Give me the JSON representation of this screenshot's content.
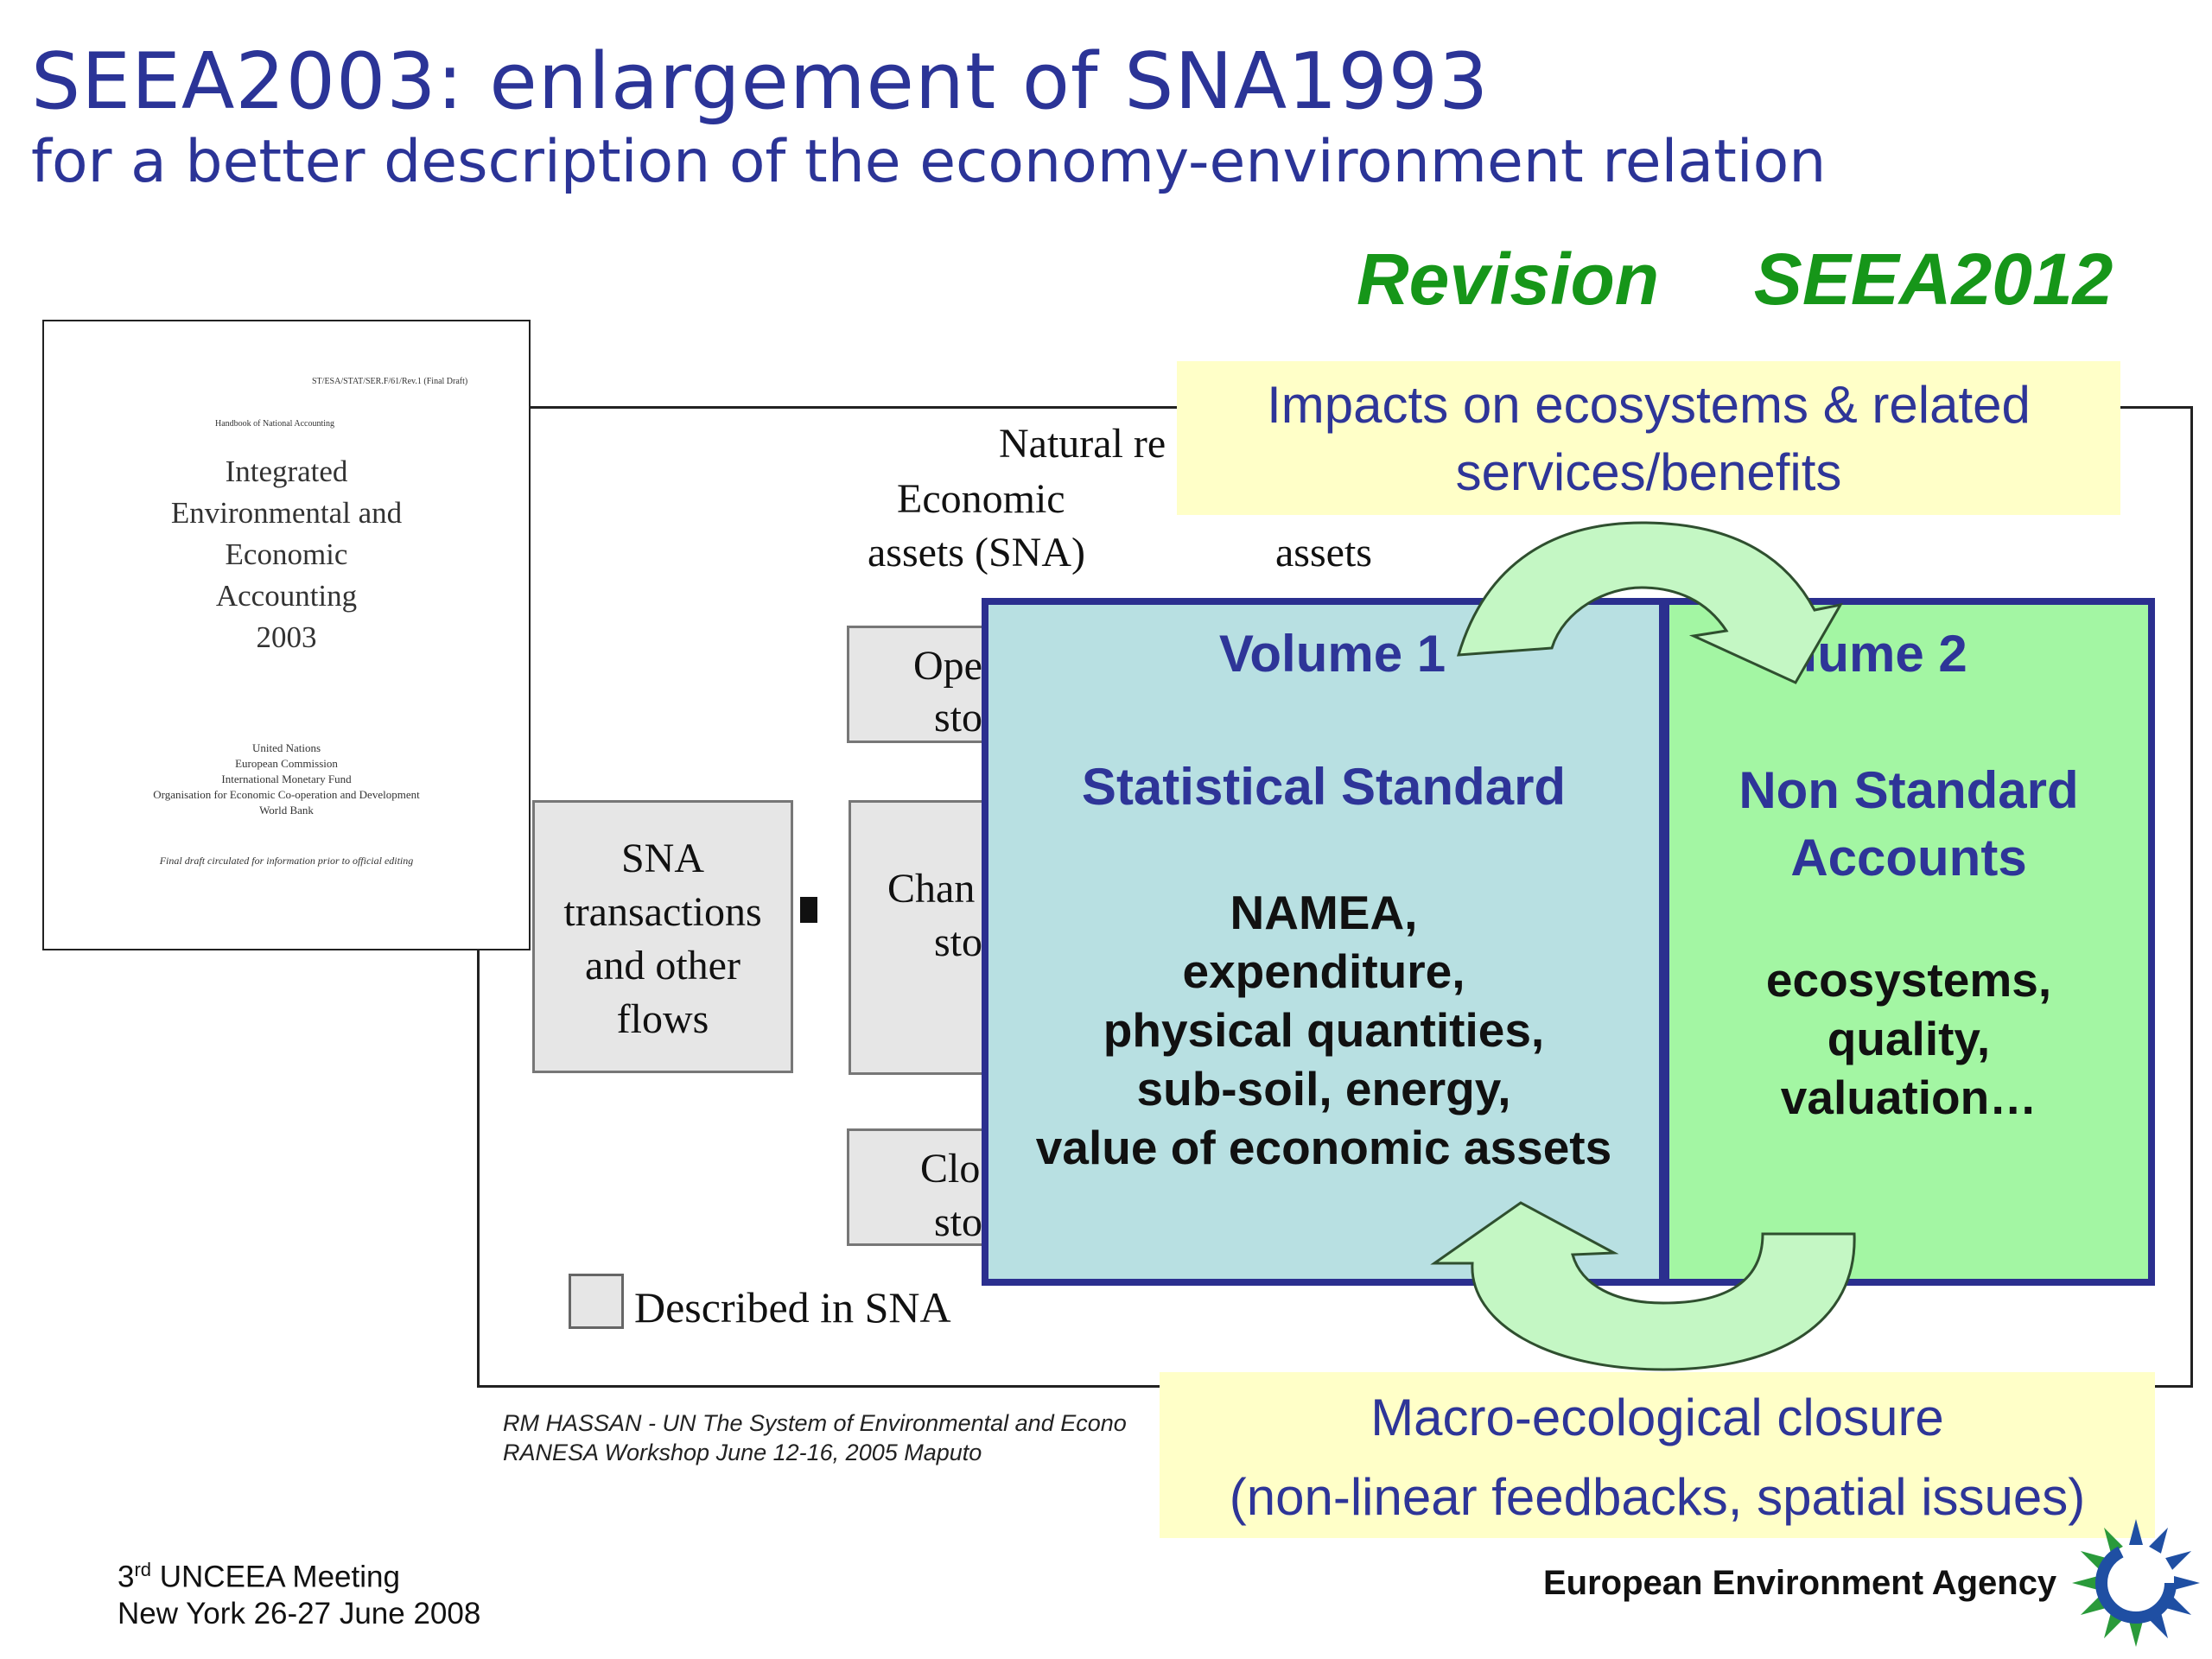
{
  "slide": {
    "title": "SEEA2003: enlargement of SNA1993",
    "subtitle": "for a better description of the economy-environment relation",
    "revision": "Revision  SEEA2012"
  },
  "cover": {
    "code": "ST/ESA/STAT/SER.F/61/Rev.1 (Final Draft)",
    "series": "Handbook of National Accounting",
    "title": "Integrated\nEnvironmental and\nEconomic\nAccounting\n2003",
    "organizations": "United Nations\nEuropean Commission\nInternational Monetary Fund\nOrganisation for Economic Co-operation and Development\nWorld Bank",
    "draft_note": "Final draft circulated for information prior to official editing"
  },
  "diagram": {
    "natural_label": "Natural re",
    "economic_label": "Economic",
    "assets_sna_label": "assets (SNA)",
    "assets_label": "assets",
    "opening_line1": "Ope",
    "opening_line2": "sto",
    "changes_line1": "Chan",
    "changes_line2": "sto",
    "closing_line1": "Clo",
    "closing_line2": "sto",
    "sna_box": "SNA\ntransactions\nand other\nflows",
    "legend_label": "Described in SNA"
  },
  "overlay": {
    "impacts_box": "Impacts on ecosystems & related\nservices/benefits",
    "volume1": {
      "heading": "Volume 1",
      "subheading": "Statistical Standard",
      "body": "NAMEA,\nexpenditure,\nphysical quantities,\nsub-soil, energy,\nvalue of economic assets"
    },
    "volume2": {
      "heading": "olume 2",
      "subheading": "Non Standard\nAccounts",
      "body": "ecosystems,\nquality,\nvaluation…"
    },
    "closure_line1": "Macro-ecological closure",
    "closure_line2": "(non-linear feedbacks, spatial issues)"
  },
  "credit": {
    "line1": "RM HASSAN - UN The System of Environmental and Econo",
    "line2": "RANESA Workshop June 12-16, 2005 Maputo"
  },
  "footer": {
    "meeting_ordinal": "3",
    "meeting_sup": "rd",
    "meeting_rest": " UNCEEA Meeting",
    "location_date": "New York 26-27 June 2008",
    "agency": "European Environment Agency"
  },
  "colors": {
    "title_blue": "#2b3497",
    "revision_green": "#169619",
    "volume1_fill": "#b8e0e2",
    "volume2_fill": "#a3f6a3",
    "volume_border": "#2b2f8f",
    "note_yellow": "#ffffc8",
    "arrow_fill": "#c4f7c4",
    "eea_logo_blue": "#1f4fa3",
    "eea_logo_green": "#2a9a3a"
  }
}
